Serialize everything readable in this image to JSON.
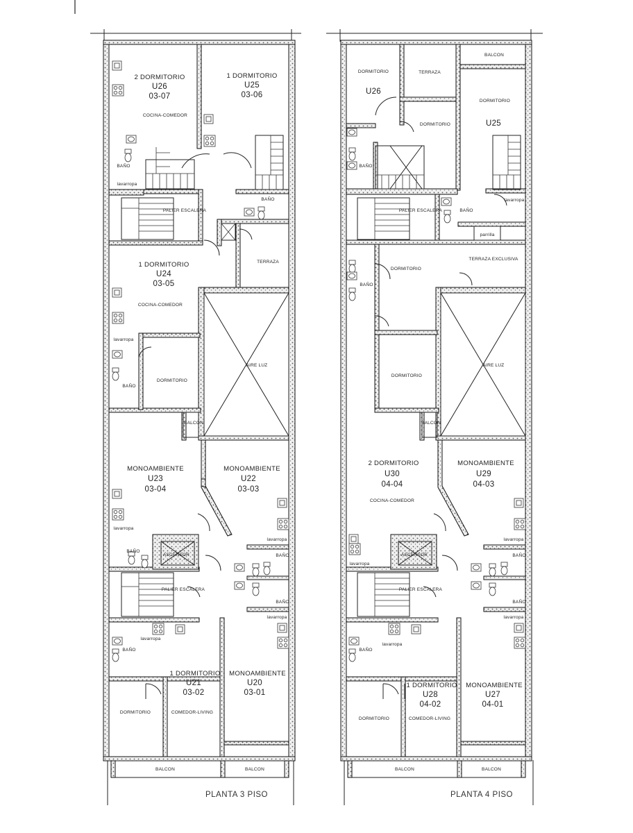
{
  "plans": [
    {
      "caption": "PLANTA 3 PISO",
      "units": [
        {
          "type": "2 DORMITORIO",
          "code": "U26",
          "ref": "03-07"
        },
        {
          "type": "1 DORMITORIO",
          "code": "U25",
          "ref": "03-06"
        },
        {
          "type": "1 DORMITORIO",
          "code": "U24",
          "ref": "03-05"
        },
        {
          "type": "MONOAMBIENTE",
          "code": "U23",
          "ref": "03-04"
        },
        {
          "type": "MONOAMBIENTE",
          "code": "U22",
          "ref": "03-03"
        },
        {
          "type": "1 DORMITORIO",
          "code": "U21",
          "ref": "03-02"
        },
        {
          "type": "MONOAMBIENTE",
          "code": "U20",
          "ref": "03-01"
        }
      ],
      "rooms": {
        "cocina_comedor_top": "COCINA-COMEDOR",
        "bano_top_left": "BAÑO",
        "lavarropa_top_left": "lavarropa",
        "bano_top_right": "BAÑO",
        "palier_top": "PALIER ESCALERA",
        "terraza": "TERRAZA",
        "cocina_comedor_mid": "COCINA-COMEDOR",
        "lavarropa_mid": "lavarropa",
        "bano_mid": "BAÑO",
        "dormitorio_mid": "DORMITORIO",
        "aire_luz": "AIRE LUZ",
        "balcon_mid": "BALCON",
        "lavarropa_u23": "lavarropa",
        "bano_u23": "BAÑO",
        "ascensor": "ASCENSOR",
        "lavarropa_u22": "lavarropa",
        "bano_u22": "BAÑO",
        "palier_bottom": "PALIER ESCALERA",
        "bano_u20": "BAÑO",
        "lavarropa_u20": "lavarropa",
        "lavarropa_u21": "lavarropa",
        "bano_u21": "BAÑO",
        "dormitorio_u21": "DORMITORIO",
        "comedor_living_u21": "COMEDOR-LIVING",
        "balcon_bottom_left": "BALCON",
        "balcon_bottom_right": "BALCON"
      }
    },
    {
      "caption": "PLANTA 4 PISO",
      "units": [
        {
          "code": "U26"
        },
        {
          "code": "U25"
        },
        {
          "type": "2 DORMITORIO",
          "code": "U30",
          "ref": "04-04"
        },
        {
          "type": "MONOAMBIENTE",
          "code": "U29",
          "ref": "04-03"
        },
        {
          "type": "1 DORMITORIO",
          "code": "U28",
          "ref": "04-02"
        },
        {
          "type": "MONOAMBIENTE",
          "code": "U27",
          "ref": "04-01"
        }
      ],
      "rooms": {
        "balcon_top": "BALCON",
        "dormitorio_u26": "DORMITORIO",
        "terraza_top": "TERRAZA",
        "dormitorio_u25": "DORMITORIO",
        "dormitorio_center": "DORMITORIO",
        "bano_top_left": "BAÑO",
        "bano_top_right": "BAÑO",
        "lavarropa_top": "lavarropa",
        "palier_top": "PALIER ESCALERA",
        "parrilla": "parrilla",
        "dormitorio_upper_mid": "DORMITORIO",
        "terraza_exclusiva": "TERRAZA EXCLUSIVA",
        "bano_mid": "BAÑO",
        "dormitorio_mid": "DORMITORIO",
        "aire_luz": "AIRE LUZ",
        "balcon_mid": "BALCON",
        "cocina_comedor": "COCINA-COMEDOR",
        "lavarropa_u30": "lavarropa",
        "ascensor": "ASCENSOR",
        "lavarropa_u29": "lavarropa",
        "bano_u29": "BAÑO",
        "palier_bottom": "PALIER ESCALERA",
        "bano_u27": "BAÑO",
        "lavarropa_u27": "lavarropa",
        "lavarropa_u28": "lavarropa",
        "bano_u28": "BAÑO",
        "dormitorio_u28": "DORMITORIO",
        "comedor_living_u28": "COMEDOR-LIVING",
        "balcon_bottom_left": "BALCON",
        "balcon_bottom_right": "BALCON"
      }
    }
  ]
}
